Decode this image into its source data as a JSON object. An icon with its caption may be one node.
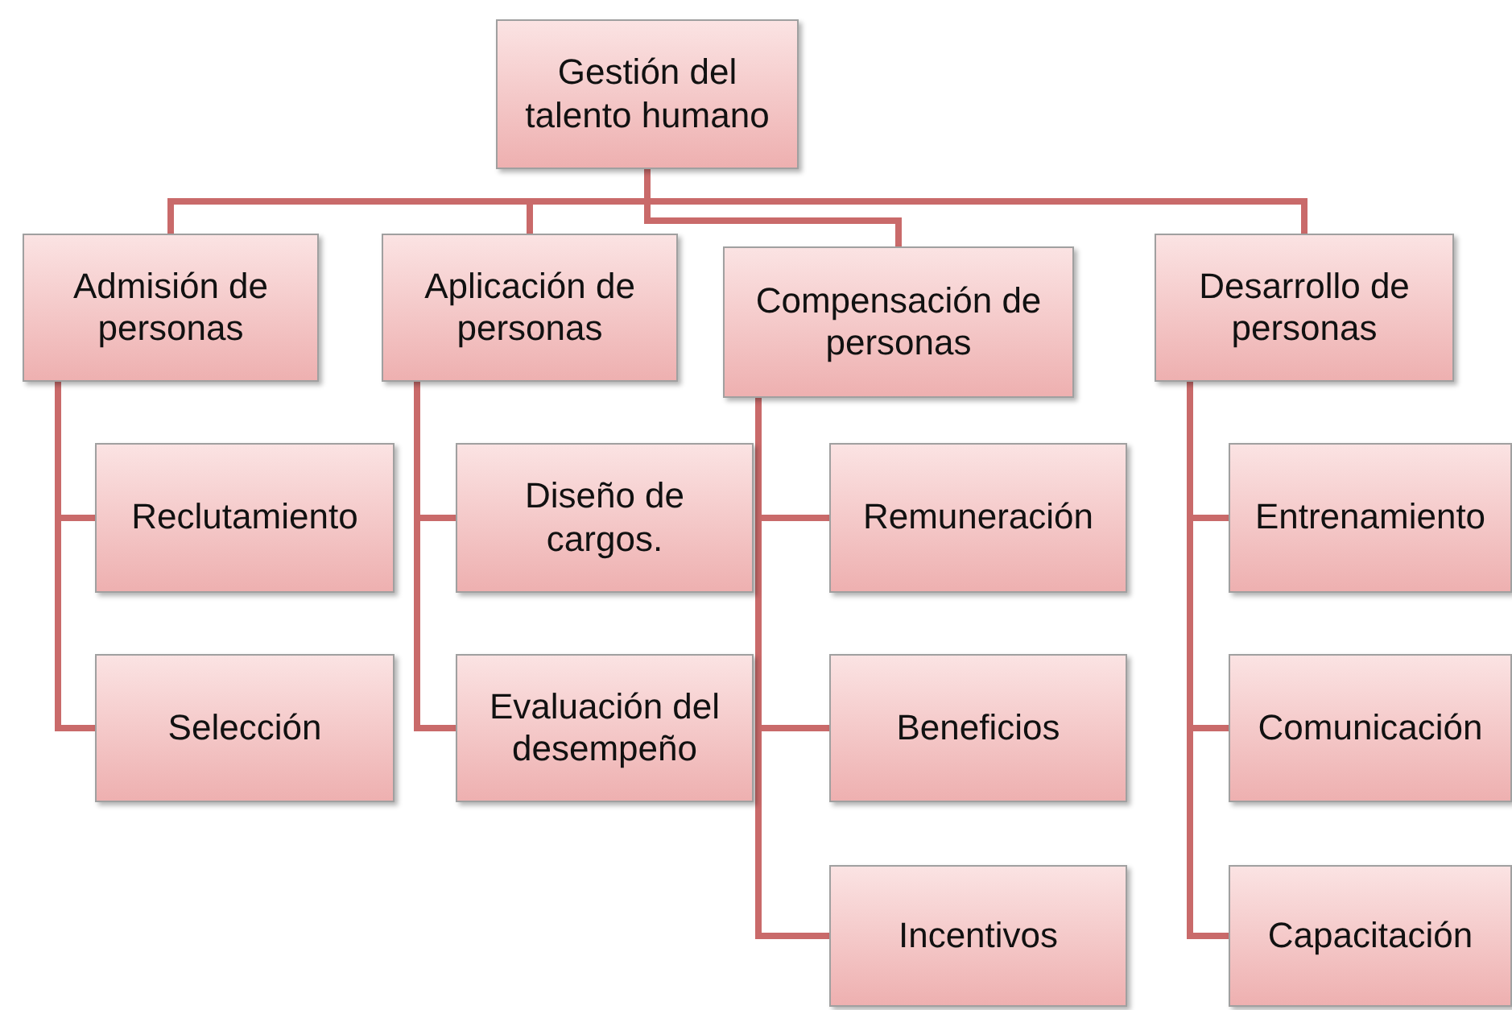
{
  "diagram": {
    "nodes": [
      {
        "text": [
          "Gestión del talento humano"
        ]
      },
      {
        "text": [
          "Admisión de personas"
        ]
      },
      {
        "text": [
          "Aplicación de personas"
        ]
      },
      {
        "text": [
          "Compensación de personas"
        ]
      },
      {
        "text": [
          "Desarrollo de personas"
        ]
      },
      {
        "text": [
          "Reclutamiento"
        ]
      },
      {
        "text": [
          "Selección"
        ]
      },
      {
        "text": [
          "Diseño de cargos."
        ]
      },
      {
        "text": [
          "Evaluación del desempeño"
        ]
      },
      {
        "text": [
          "Remuneración"
        ]
      },
      {
        "text": [
          "Beneficios"
        ]
      },
      {
        "text": [
          "Incentivos"
        ]
      },
      {
        "text": [
          "Entrenamiento"
        ]
      },
      {
        "text": [
          "Comunicación"
        ]
      },
      {
        "text": [
          "Capacitación"
        ]
      }
    ],
    "edges": [
      {
        "from": 0,
        "to": 1,
        "arrow": "none"
      },
      {
        "from": 0,
        "to": 2,
        "arrow": "none"
      },
      {
        "from": 0,
        "to": 3,
        "arrow": "none"
      },
      {
        "from": 0,
        "to": 4,
        "arrow": "none"
      },
      {
        "from": 1,
        "to": 5,
        "arrow": "none"
      },
      {
        "from": 1,
        "to": 6,
        "arrow": "none"
      },
      {
        "from": 2,
        "to": 7,
        "arrow": "none"
      },
      {
        "from": 2,
        "to": 8,
        "arrow": "none"
      },
      {
        "from": 3,
        "to": 9,
        "arrow": "none"
      },
      {
        "from": 3,
        "to": 10,
        "arrow": "none"
      },
      {
        "from": 3,
        "to": 11,
        "arrow": "none"
      },
      {
        "from": 4,
        "to": 12,
        "arrow": "none"
      },
      {
        "from": 4,
        "to": 13,
        "arrow": "none"
      },
      {
        "from": 4,
        "to": 14,
        "arrow": "none"
      }
    ]
  }
}
